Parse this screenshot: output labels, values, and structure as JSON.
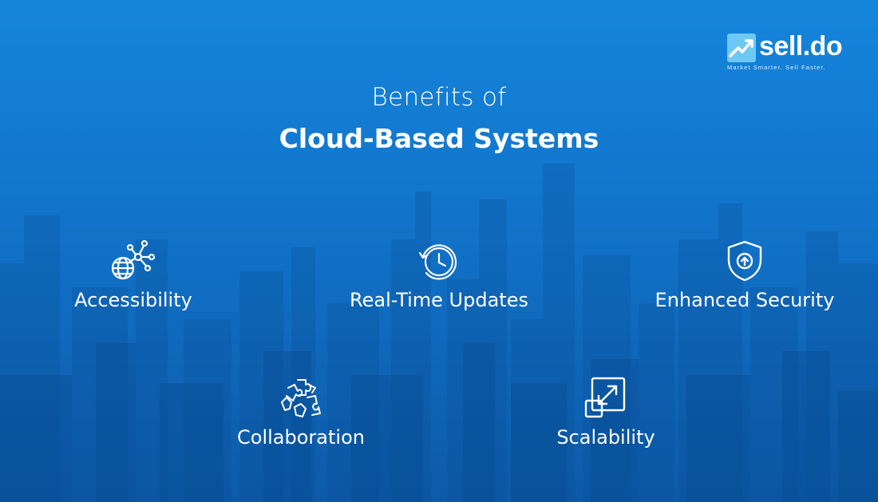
{
  "brand": {
    "name": "sell.do",
    "tagline": "Market Smarter. Sell Faster."
  },
  "heading": {
    "line1": "Benefits of",
    "line2": "Cloud-Based Systems"
  },
  "benefits": [
    {
      "label": "Accessibility",
      "icon": "network-globe-icon"
    },
    {
      "label": "Real-Time Updates",
      "icon": "clock-refresh-icon"
    },
    {
      "label": "Enhanced Security",
      "icon": "shield-arrow-icon"
    },
    {
      "label": "Collaboration",
      "icon": "puzzle-hands-icon"
    },
    {
      "label": "Scalability",
      "icon": "resize-expand-icon"
    }
  ],
  "colors": {
    "background_top": "#1585dc",
    "background_bottom": "#0d5aa8",
    "text": "#ffffff"
  }
}
